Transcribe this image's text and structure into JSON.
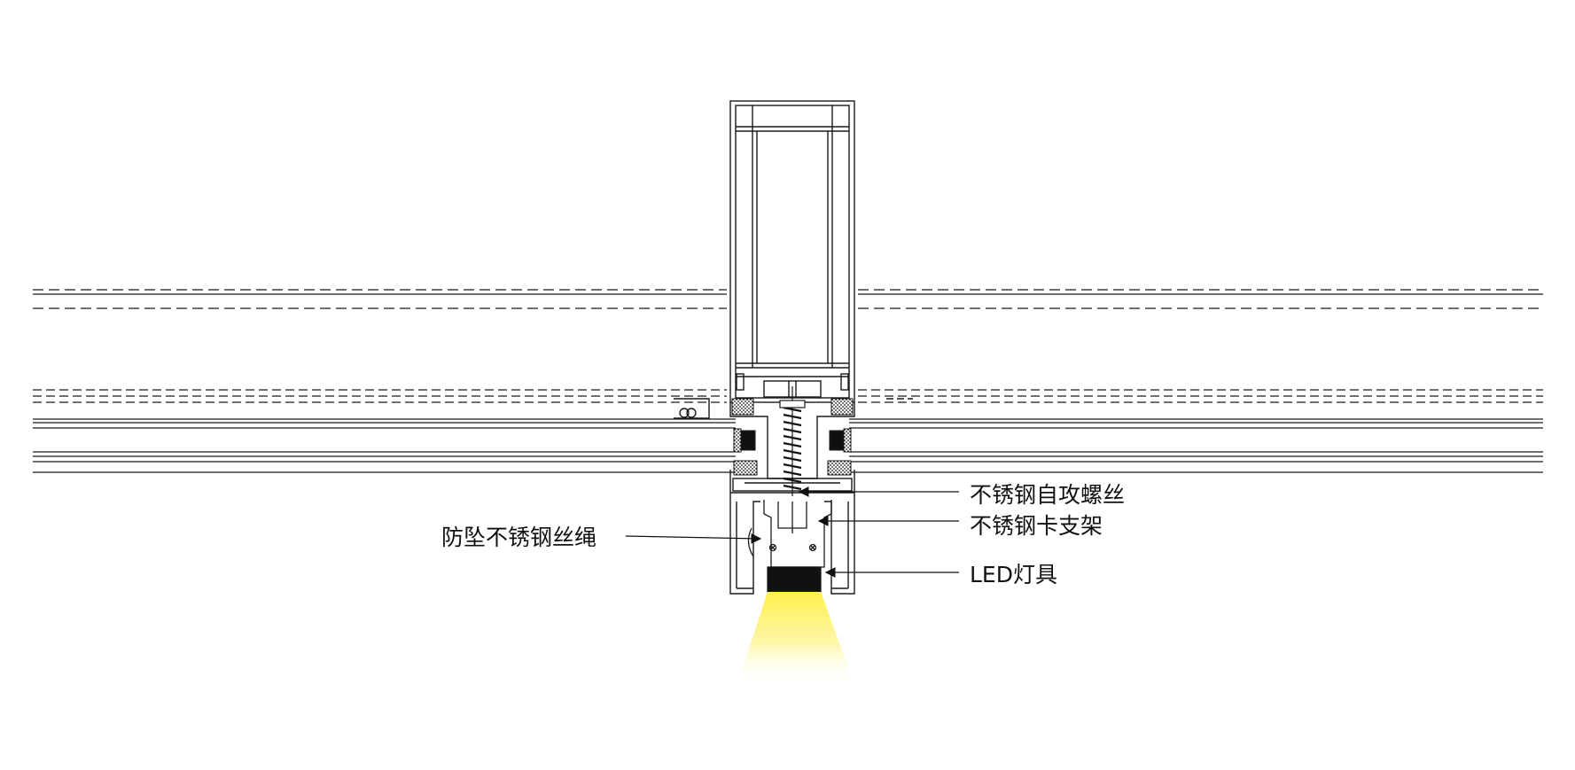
{
  "annotations": {
    "self_tapping_screw": "不锈钢自攻螺丝",
    "clip_bracket": "不锈钢卡支架",
    "led_fixture": "LED灯具",
    "fall_arrest_rope": "防坠不锈钢丝绳"
  },
  "colors": {
    "line": "#1a1a1a",
    "gasket_fill": "#111111",
    "light_beam": "#fff04a",
    "background": "#ffffff"
  }
}
